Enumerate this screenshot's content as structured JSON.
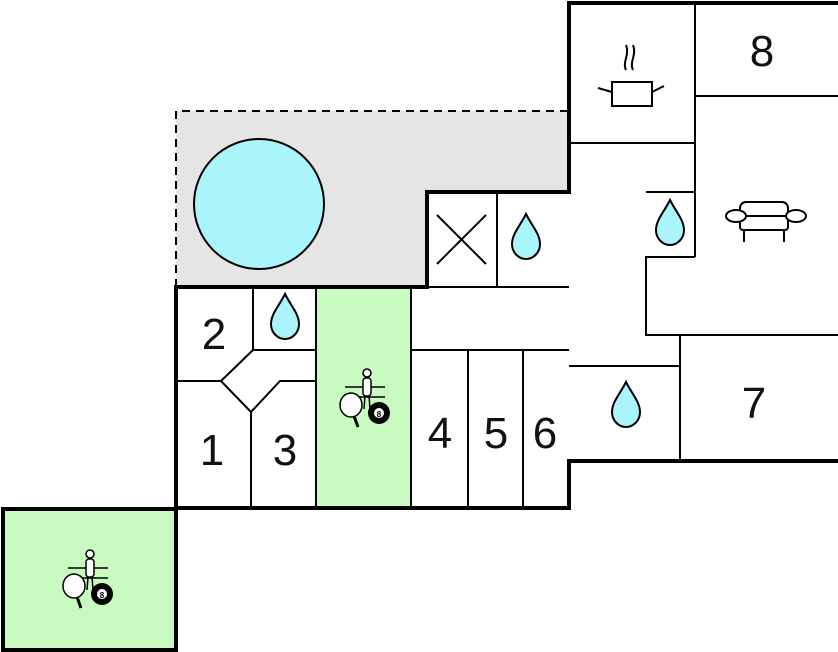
{
  "floorplan": {
    "rooms": [
      {
        "id": "room-1",
        "label": "1"
      },
      {
        "id": "room-2",
        "label": "2"
      },
      {
        "id": "room-3",
        "label": "3"
      },
      {
        "id": "room-4",
        "label": "4"
      },
      {
        "id": "room-5",
        "label": "5"
      },
      {
        "id": "room-6",
        "label": "6"
      },
      {
        "id": "room-7",
        "label": "7"
      },
      {
        "id": "room-8",
        "label": "8"
      }
    ],
    "icons": {
      "pool": "pool-icon",
      "water": "water-drop-icon",
      "games": "games-room-icon",
      "kitchen": "kitchen-pot-icon",
      "sofa": "sofa-icon",
      "cross": "crossed-box-icon",
      "billiard_ball_text": "8"
    },
    "colors": {
      "terrace": "#e5e5e5",
      "pool": "#aaf4fb",
      "games_room": "#c9fbc0",
      "wall": "#000000",
      "background": "#ffffff"
    }
  }
}
